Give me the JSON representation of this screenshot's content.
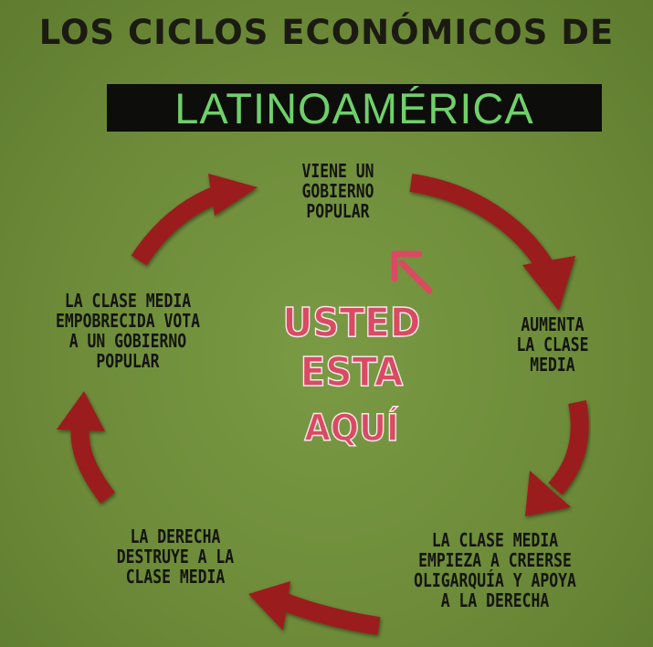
{
  "title": {
    "line1": "LOS CICLOS ECONÓMICOS DE",
    "line2": "LATINOAMÉRICA"
  },
  "cycle": {
    "nodes": [
      {
        "lines": [
          "VIENE UN",
          "GOBIERNO",
          "POPULAR"
        ]
      },
      {
        "lines": [
          "AUMENTA",
          "LA CLASE",
          "MEDIA"
        ]
      },
      {
        "lines": [
          "LA CLASE MEDIA",
          "EMPIEZA A CREERSE",
          "OLIGARQUÍA Y APOYA",
          "A LA DERECHA"
        ]
      },
      {
        "lines": [
          "LA DERECHA",
          "DESTRUYE A LA",
          "CLASE MEDIA"
        ]
      },
      {
        "lines": [
          "LA CLASE MEDIA",
          "EMPOBRECIDA VOTA",
          "A UN GOBIERNO",
          "POPULAR"
        ]
      }
    ]
  },
  "center": {
    "line1": "USTED",
    "line2": "ESTA",
    "line3": "AQUÍ"
  },
  "colors": {
    "background": "#6e8c3a",
    "arrow": "#9b1b1e",
    "pointer": "#d94a63",
    "title_box": "#0d0d0b",
    "title_box_text": "#6fd06a"
  }
}
